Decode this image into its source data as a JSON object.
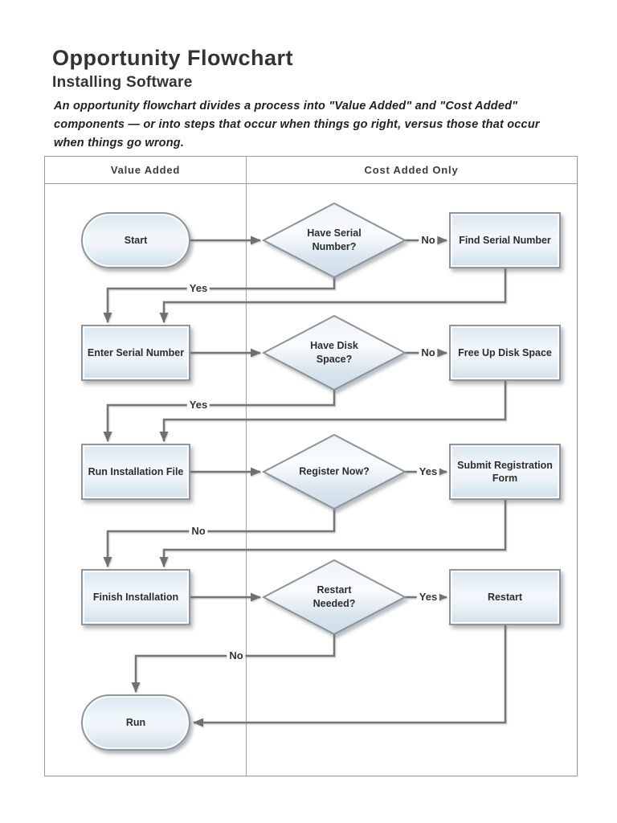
{
  "header": {
    "title": "Opportunity Flowchart",
    "subtitle": "Installing Software",
    "description": "An opportunity flowchart divides a process into \"Value Added\" and \"Cost Added\" components — or into steps that occur when things go right, versus those that occur when things go wrong."
  },
  "table": {
    "col1": "Value Added",
    "col2": "Cost Added Only"
  },
  "nodes": {
    "start": "Start",
    "have_serial": "Have Serial\nNumber?",
    "find_serial": "Find Serial Number",
    "enter_serial": "Enter Serial Number",
    "have_disk": "Have Disk\nSpace?",
    "free_disk": "Free Up Disk Space",
    "run_install": "Run Installation File",
    "register": "Register Now?",
    "submit_reg": "Submit Registration\nForm",
    "finish": "Finish Installation",
    "restart_q": "Restart\nNeeded?",
    "restart": "Restart",
    "run": "Run"
  },
  "edge_labels": {
    "no1": "No",
    "yes1": "Yes",
    "no2": "No",
    "yes2": "Yes",
    "yes3": "Yes",
    "no3": "No",
    "yes4": "Yes",
    "no4": "No"
  },
  "colors": {
    "shape_fill_top": "#dbe7f0",
    "shape_fill_bottom": "#cfdfea",
    "shape_border": "#909497",
    "connector": "#747474",
    "text": "#2d2d2d",
    "table_border": "#9a9a9a"
  }
}
